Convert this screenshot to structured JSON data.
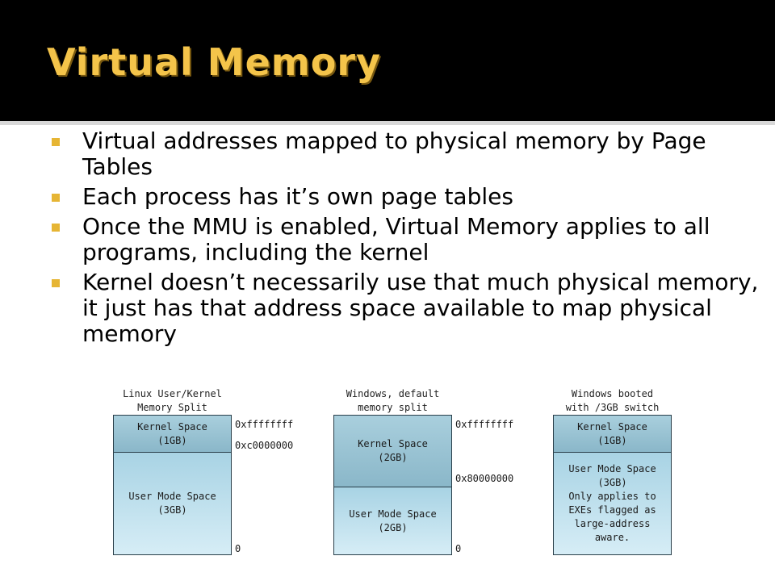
{
  "slide": {
    "title": "Virtual Memory",
    "bullets": [
      "Virtual addresses mapped to physical memory by Page Tables",
      "Each process has it’s own page tables",
      "Once the MMU is enabled, Virtual Memory applies to all programs, including the kernel",
      "Kernel doesn’t necessarily use that much physical memory, it just has that address space available to map physical memory"
    ],
    "colors": {
      "title": "#f4c44a",
      "bullet": "#e6b534",
      "kernel_block": "#8ab7c9",
      "user_block": "#bfe0ee"
    }
  },
  "diagrams": {
    "linux": {
      "caption": "Linux User/Kernel\nMemory Split",
      "kernel": "Kernel Space\n(1GB)",
      "user": "User Mode Space\n(3GB)",
      "addr_top": "0xffffffff",
      "addr_split": "0xc0000000",
      "addr_bottom": "0"
    },
    "windows_default": {
      "caption": "Windows, default\nmemory split",
      "kernel": "Kernel Space\n(2GB)",
      "user": "User Mode Space\n(2GB)",
      "addr_top": "0xffffffff",
      "addr_split": "0x80000000",
      "addr_bottom": "0"
    },
    "windows_3gb": {
      "caption": "Windows booted\nwith /3GB switch",
      "kernel": "Kernel Space\n(1GB)",
      "user": "User Mode Space\n(3GB)\nOnly applies to\nEXEs flagged as\nlarge-address\naware."
    }
  }
}
